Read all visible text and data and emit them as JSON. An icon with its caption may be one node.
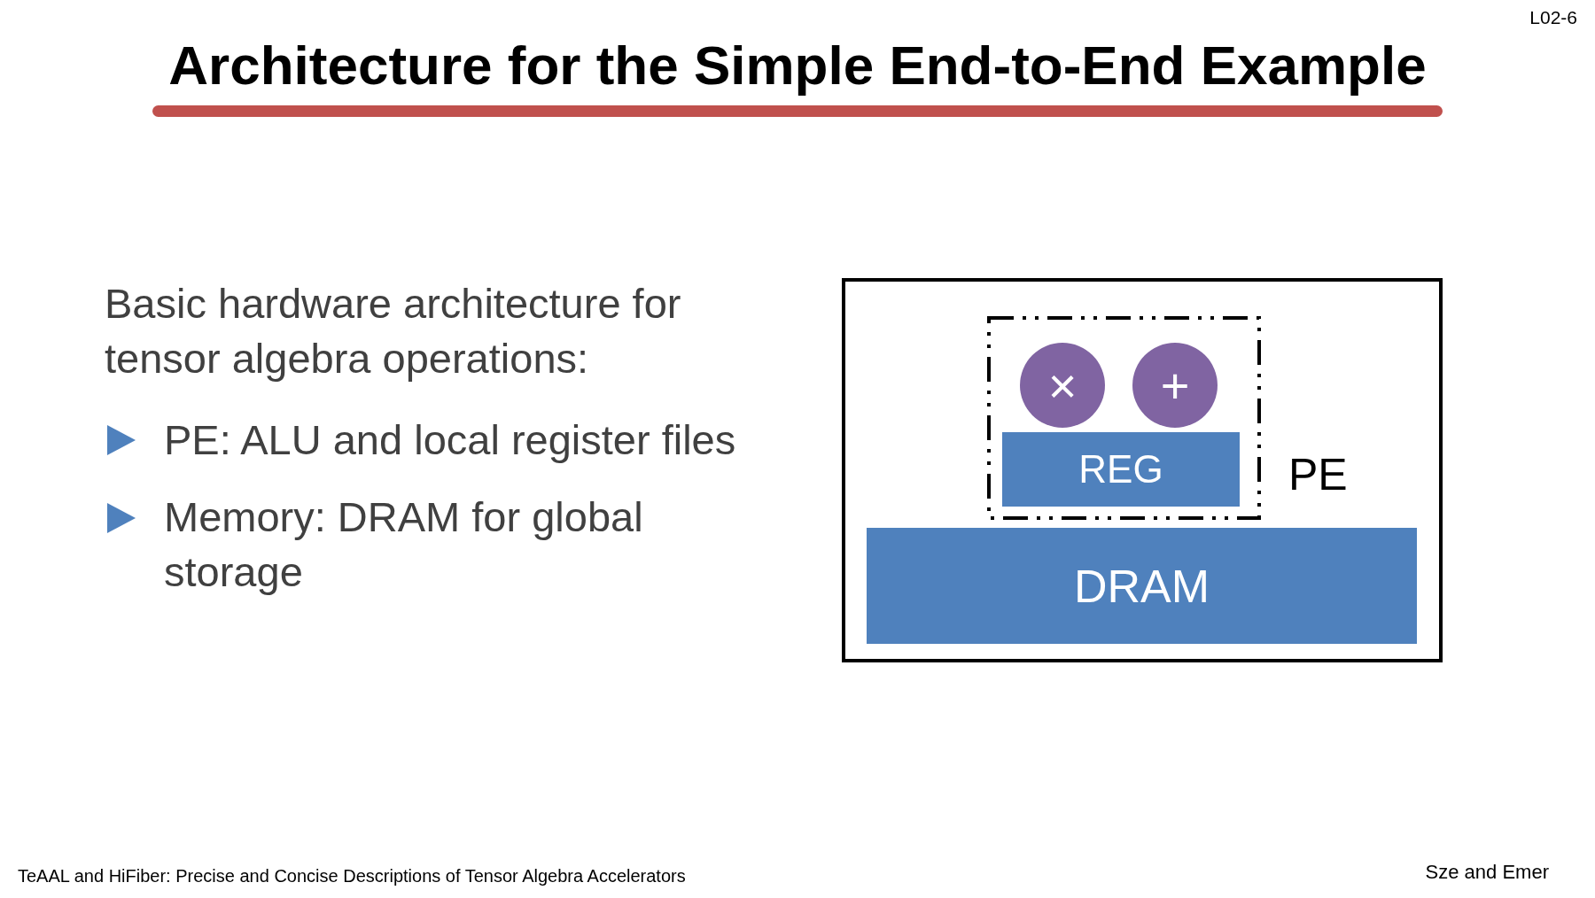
{
  "diagram": {
    "title": "Architecture for the Simple End-to-End Example",
    "nodes": [
      {
        "text": [],
        "shape": "box"
      },
      {
        "text": [
          "PE"
        ],
        "in": 0
      },
      {
        "text": [
          "×"
        ],
        "in": 1
      },
      {
        "text": [
          "+"
        ],
        "in": 1
      },
      {
        "text": [
          "REG"
        ],
        "in": 1
      },
      {
        "text": [
          "DRAM"
        ],
        "in": 0
      }
    ],
    "edges": [],
    "labels": [
      "L02-6",
      "Basic hardware architecture for tensor algebra operations:",
      "PE: ALU and local register files",
      "Memory: DRAM for global storage",
      "TeAAL and HiFiber: Precise and Concise Descriptions of Tensor Algebra Accelerators",
      "Sze and Emer"
    ]
  }
}
